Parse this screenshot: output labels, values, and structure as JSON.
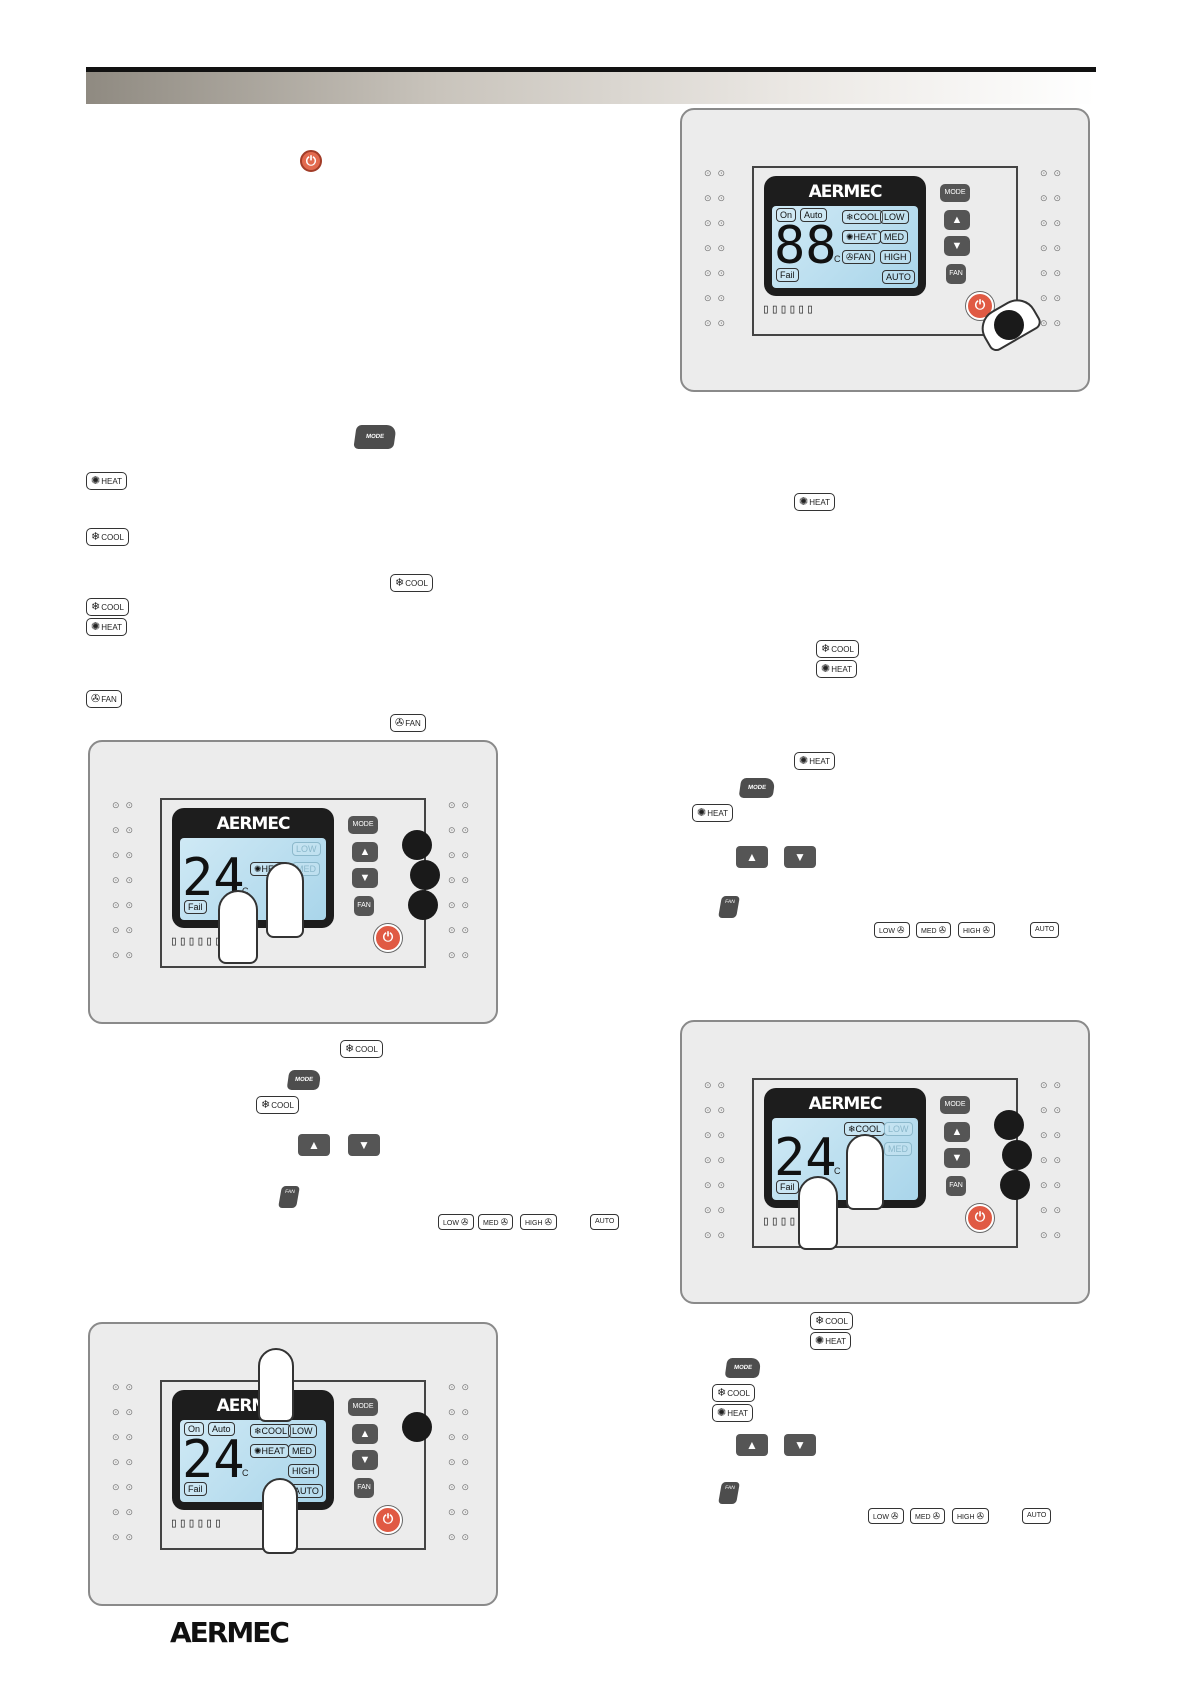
{
  "brand": "AERMEC",
  "icons": {
    "power": "power-icon",
    "mode": "MODE",
    "fan_key": "FAN",
    "up": "up-arrow-icon",
    "down": "down-arrow-icon"
  },
  "labels": {
    "heat": "HEAT",
    "cool": "COOL",
    "fan": "FAN",
    "low": "LOW",
    "med": "MED",
    "high": "HIGH",
    "auto": "AUTO"
  },
  "panel1": {
    "lcd_value": "88",
    "unit": "C",
    "on": "On",
    "auto": "Auto",
    "fail": "Fail"
  },
  "panel2": {
    "lcd_value": "24",
    "unit": "C",
    "fail": "Fail"
  },
  "panel3": {
    "lcd_value": "24",
    "unit": "C",
    "on": "On",
    "auto": "Auto",
    "fail": "Fail"
  },
  "panel4": {
    "lcd_value": "24",
    "unit": "C",
    "fail": "Fail"
  },
  "colors": {
    "power_red": "#e26a4e",
    "key_gray": "#4d4d4d",
    "lcd_blue": "#bfe1f0"
  }
}
